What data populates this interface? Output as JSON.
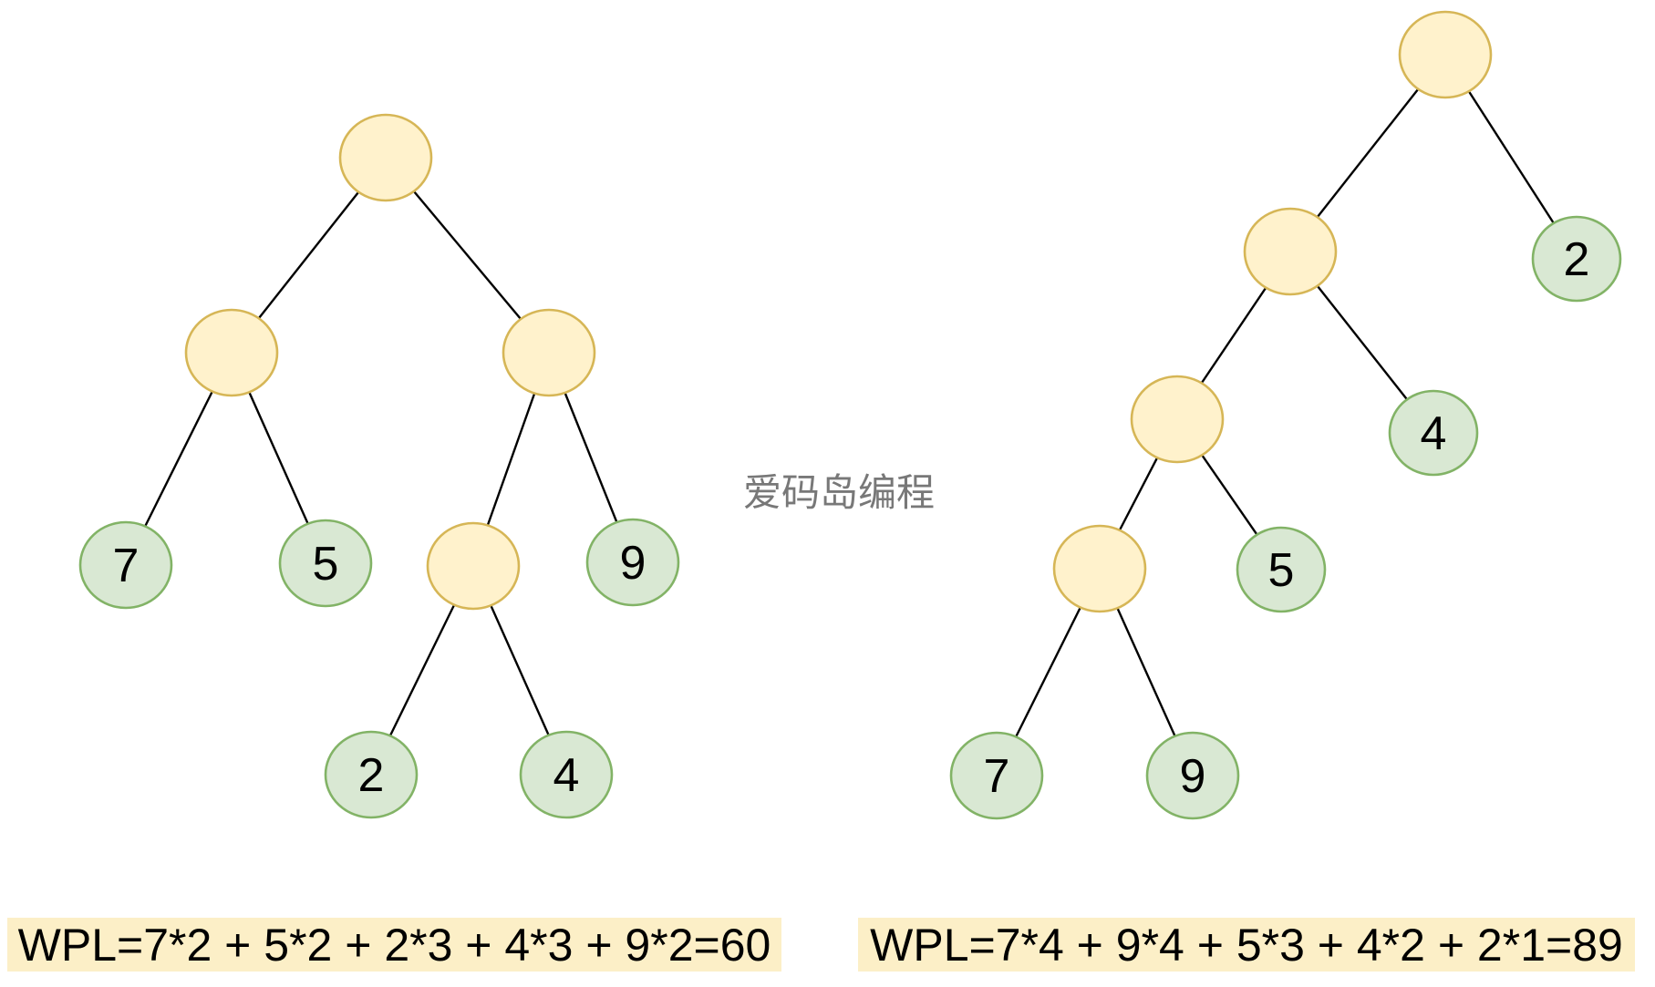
{
  "watermark": {
    "text": "爱码岛编程"
  },
  "colors": {
    "internal_node_fill": "#FFF2CC",
    "internal_node_stroke": "#D6B656",
    "leaf_node_fill": "#D9E8D3",
    "leaf_node_stroke": "#82B366",
    "edge": "#000000",
    "formula_background": "#FCEFC7",
    "formula_text": "#000000",
    "watermark_text": "#787878"
  },
  "left_tree": {
    "formula": "WPL=7*2 + 5*2 + 2*3 + 4*3 + 9*2=60",
    "wpl_value": "60",
    "nodes": [
      {
        "id": "root",
        "type": "internal",
        "label": ""
      },
      {
        "id": "root.L",
        "type": "internal",
        "label": ""
      },
      {
        "id": "root.R",
        "type": "internal",
        "label": ""
      },
      {
        "id": "root.L.L",
        "type": "leaf",
        "label": "7"
      },
      {
        "id": "root.L.R",
        "type": "leaf",
        "label": "5"
      },
      {
        "id": "root.R.L",
        "type": "internal",
        "label": ""
      },
      {
        "id": "root.R.R",
        "type": "leaf",
        "label": "9"
      },
      {
        "id": "root.R.L.L",
        "type": "leaf",
        "label": "2"
      },
      {
        "id": "root.R.L.R",
        "type": "leaf",
        "label": "4"
      }
    ]
  },
  "right_tree": {
    "formula": "WPL=7*4 + 9*4 + 5*3 + 4*2 + 2*1=89",
    "wpl_value": "89",
    "nodes": [
      {
        "id": "root",
        "type": "internal",
        "label": ""
      },
      {
        "id": "root.L",
        "type": "internal",
        "label": ""
      },
      {
        "id": "root.R",
        "type": "leaf",
        "label": "2"
      },
      {
        "id": "root.L.L",
        "type": "internal",
        "label": ""
      },
      {
        "id": "root.L.R",
        "type": "leaf",
        "label": "4"
      },
      {
        "id": "root.L.L.L",
        "type": "internal",
        "label": ""
      },
      {
        "id": "root.L.L.R",
        "type": "leaf",
        "label": "5"
      },
      {
        "id": "root.L.L.L.L",
        "type": "leaf",
        "label": "7"
      },
      {
        "id": "root.L.L.L.R",
        "type": "leaf",
        "label": "9"
      }
    ]
  }
}
